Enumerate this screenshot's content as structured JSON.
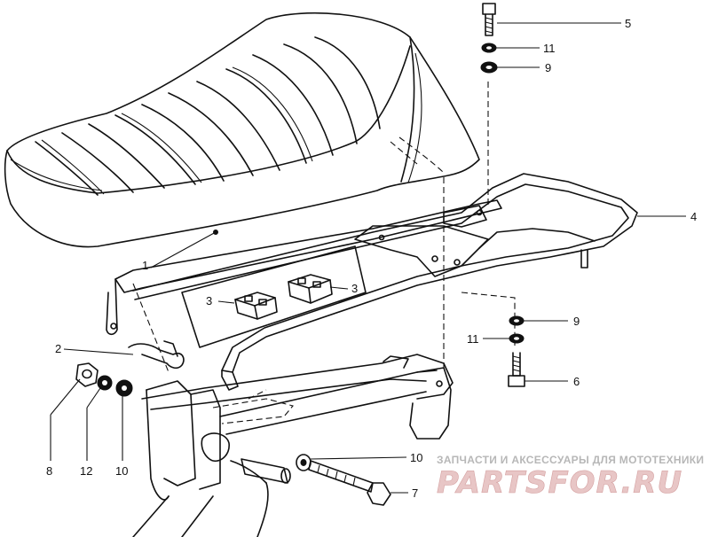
{
  "callouts": [
    {
      "id": "c1",
      "label": "1"
    },
    {
      "id": "c2",
      "label": "2"
    },
    {
      "id": "c3a",
      "label": "3"
    },
    {
      "id": "c3b",
      "label": "3"
    },
    {
      "id": "c4",
      "label": "4"
    },
    {
      "id": "c5",
      "label": "5"
    },
    {
      "id": "c6",
      "label": "6"
    },
    {
      "id": "c7",
      "label": "7"
    },
    {
      "id": "c8",
      "label": "8"
    },
    {
      "id": "c9a",
      "label": "9"
    },
    {
      "id": "c9b",
      "label": "9"
    },
    {
      "id": "c10a",
      "label": "10"
    },
    {
      "id": "c10b",
      "label": "10"
    },
    {
      "id": "c11a",
      "label": "11"
    },
    {
      "id": "c11b",
      "label": "11"
    },
    {
      "id": "c12",
      "label": "12"
    }
  ],
  "watermark": {
    "tagline": "ЗАПЧАСТИ И АКСЕССУАРЫ ДЛЯ МОТОТЕХНИКИ",
    "brand": "PARTSFOR.RU",
    "color": "#d9a3a3"
  }
}
